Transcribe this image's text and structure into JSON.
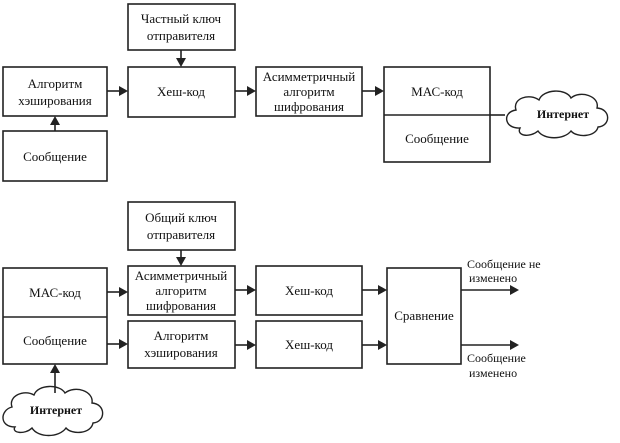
{
  "sender": {
    "private_key": [
      "Частный ключ",
      "отправителя"
    ],
    "hash_algorithm": [
      "Алгоритм",
      "хэширования"
    ],
    "message": "Сообщение",
    "hash_code": "Хеш-код",
    "asym_algorithm": [
      "Асимметричный",
      "алгоритм",
      "шифрования"
    ],
    "mac": "МАС-код",
    "packet_message": "Сообщение",
    "internet": "Интернет"
  },
  "receiver": {
    "public_key": [
      "Общий ключ",
      "отправителя"
    ],
    "mac": "МАС-код",
    "message": "Сообщение",
    "asym_algorithm": [
      "Асимметричный",
      "алгоритм",
      "шифрования"
    ],
    "hash_algorithm": [
      "Алгоритм",
      "хэширования"
    ],
    "hash_code_1": "Хеш-код",
    "hash_code_2": "Хеш-код",
    "comparison": "Сравнение",
    "result_unchanged": [
      "Сообщение не",
      "изменено"
    ],
    "result_changed": [
      "Сообщение",
      "изменено"
    ],
    "internet": "Интернет"
  }
}
